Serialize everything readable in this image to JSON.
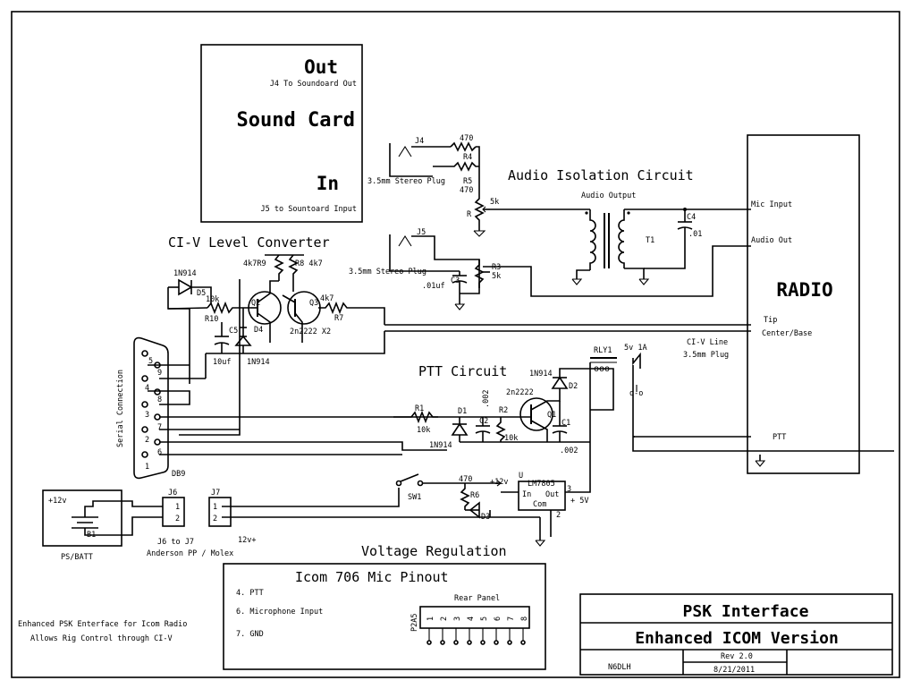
{
  "sound_card": {
    "out": "Out",
    "j4_desc": "J4 To Soundoard Out",
    "name": "Sound Card",
    "in": "In",
    "j5_desc": "J5 to Sountoard Input"
  },
  "audio_iso": {
    "title": "Audio Isolation Circuit",
    "output_label": "Audio Output",
    "plug1": "3.5mm Stereo Plug",
    "plug2": "3.5mm Stereo Plug",
    "j4": "J4",
    "j5": "J5",
    "r470a": "470",
    "r4": "R4",
    "r5": "R5",
    "r470b": "470",
    "r_label": "R",
    "r5k": "5k",
    "t1": "T1",
    "c4": "C4",
    "c4v": ".01",
    "c3": "C3",
    "c3v": ".01uf",
    "r3": "R3",
    "r3v": "5k"
  },
  "radio": {
    "label": "RADIO",
    "mic_input": "Mic Input",
    "audio_out": "Audio Out",
    "tip": "Tip",
    "center": "Center/Base",
    "civ_line": "CI-V Line",
    "plug": "3.5mm Plug",
    "ptt": "PTT"
  },
  "civ": {
    "title": "CI-V Level Converter",
    "d5_part": "1N914",
    "d5": "D5",
    "r10v": "10k",
    "r10": "R10",
    "r9": "4k7R9",
    "r8": "R8 4k7",
    "q2": "Q2",
    "q3": "Q3",
    "r7v": "4k7",
    "r7": "R7",
    "d4": "D4",
    "d4_part": "1N914",
    "c5": "C5",
    "c5v": "10uf",
    "q_part": "2n2222 X2"
  },
  "serial": {
    "label": "Serial Connection",
    "db9": "DB9",
    "pins": [
      "5",
      "9",
      "4",
      "8",
      "3",
      "7",
      "2",
      "6",
      "1"
    ]
  },
  "ptt": {
    "title": "PTT Circuit",
    "d2_part": "1N914",
    "d2": "D2",
    "q1_part": "2n2222",
    "q1": "Q1",
    "r1": "R1",
    "r1v": "10k",
    "d1": "D1",
    "d1_part": "1N914",
    "c2v": ".002",
    "c2": "C2",
    "r2": "R2",
    "r2v": "10k",
    "c1": "C1",
    "c1v": ".002",
    "rly1": "RLY1",
    "rly_rating": "5v 1A"
  },
  "power": {
    "ps_v": "+12v",
    "b1": "B1",
    "ps_label": "PS/BATT",
    "j6": "J6",
    "j7": "J7",
    "j7v": "12v+",
    "pin1": "1",
    "pin2": "2",
    "pin1b": "1",
    "pin2b": "2",
    "j6j7": "J6 to J7",
    "connector": "Anderson PP / Molex"
  },
  "vreg": {
    "title": "Voltage Regulation",
    "sw1": "SW1",
    "r470": "470",
    "r6": "R6",
    "d3": "D3",
    "plus12": "+12v",
    "u": "U",
    "lm": "LM7805",
    "in": "In",
    "out": "Out",
    "com": "Com",
    "pin3": "3",
    "pin2": "2",
    "plus5": "+ 5V"
  },
  "pinout": {
    "title": "Icom 706 Mic Pinout",
    "items": [
      "4. PTT",
      "6. Microphone Input",
      "7. GND"
    ],
    "rear_panel": "Rear Panel",
    "p2a5": "P2A5",
    "pins": [
      "1",
      "2",
      "3",
      "4",
      "5",
      "6",
      "7",
      "8"
    ]
  },
  "notes": {
    "line1": "Enhanced PSK Enterface for Icom Radio",
    "line2": "Allows Rig Control through CI-V"
  },
  "title_block": {
    "line1": "PSK Interface",
    "line2": "Enhanced ICOM Version",
    "author": "N6DLH",
    "rev": "Rev 2.0",
    "date": "8/21/2011"
  }
}
